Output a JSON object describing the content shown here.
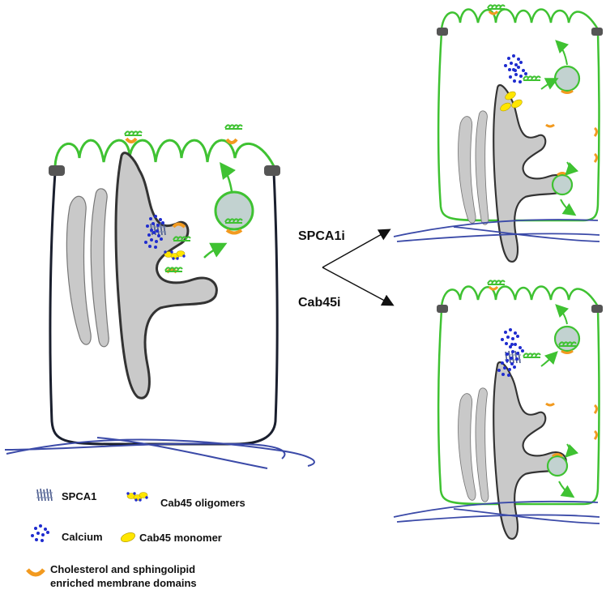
{
  "arrows": {
    "top_label": "SPCA1i",
    "bottom_label": "Cab45i"
  },
  "legend": {
    "spca1": "SPCA1",
    "cab45_oligomers": "Cab45 oligomers",
    "calcium": "Calcium",
    "cab45_monomer": "Cab45 monomer",
    "membrane_domains_line1": "Cholesterol and sphingolipid",
    "membrane_domains_line2": "enriched membrane domains"
  },
  "colors": {
    "membrane_green": "#3fc232",
    "cell_outline_dark": "#1a1f2e",
    "golgi_fill": "#c9c9c9",
    "calcium_blue": "#1f2ccf",
    "cab45_yellow": "#ffe600",
    "lipid_domain_orange": "#f29a1f",
    "basement_blue": "#3b4aa8",
    "vesicle_fill": "#c2d2d0",
    "junction_gray": "#555555"
  }
}
